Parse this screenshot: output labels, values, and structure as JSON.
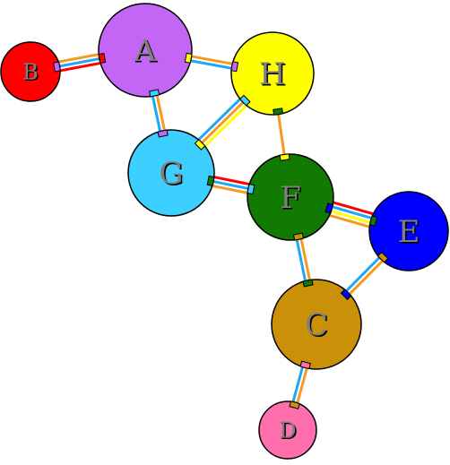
{
  "nodes": [
    {
      "id": "A",
      "label": "A",
      "color": "#c466f5"
    },
    {
      "id": "B",
      "label": "B",
      "color": "#ff0000"
    },
    {
      "id": "C",
      "label": "C",
      "color": "#c99008"
    },
    {
      "id": "D",
      "label": "D",
      "color": "#ff6fae"
    },
    {
      "id": "E",
      "label": "E",
      "color": "#0000ff"
    },
    {
      "id": "F",
      "label": "F",
      "color": "#127a00"
    },
    {
      "id": "G",
      "label": "G",
      "color": "#3ccfff"
    },
    {
      "id": "H",
      "label": "H",
      "color": "#ffff00"
    }
  ],
  "edges": [
    {
      "from": "A",
      "to": "B",
      "colors": [
        "#ff0000",
        "#1ea7f5",
        "#f59a1e"
      ]
    },
    {
      "from": "A",
      "to": "H",
      "colors": [
        "#f59a1e",
        "#1ea7f5"
      ]
    },
    {
      "from": "A",
      "to": "G",
      "colors": [
        "#f59a1e",
        "#1ea7f5"
      ]
    },
    {
      "from": "H",
      "to": "G",
      "colors": [
        "#ffff00",
        "#f59a1e",
        "#1ea7f5"
      ]
    },
    {
      "from": "H",
      "to": "F",
      "colors": [
        "#f59a1e"
      ]
    },
    {
      "from": "G",
      "to": "F",
      "colors": [
        "#ff0000",
        "#1ea7f5",
        "#f59a1e"
      ]
    },
    {
      "from": "F",
      "to": "E",
      "colors": [
        "#ff0000",
        "#1ea7f5",
        "#ffff00",
        "#f59a1e"
      ]
    },
    {
      "from": "F",
      "to": "C",
      "colors": [
        "#f59a1e",
        "#1ea7f5"
      ]
    },
    {
      "from": "E",
      "to": "C",
      "colors": [
        "#f59a1e",
        "#1ea7f5"
      ]
    },
    {
      "from": "C",
      "to": "D",
      "colors": [
        "#f59a1e",
        "#1ea7f5"
      ]
    }
  ]
}
